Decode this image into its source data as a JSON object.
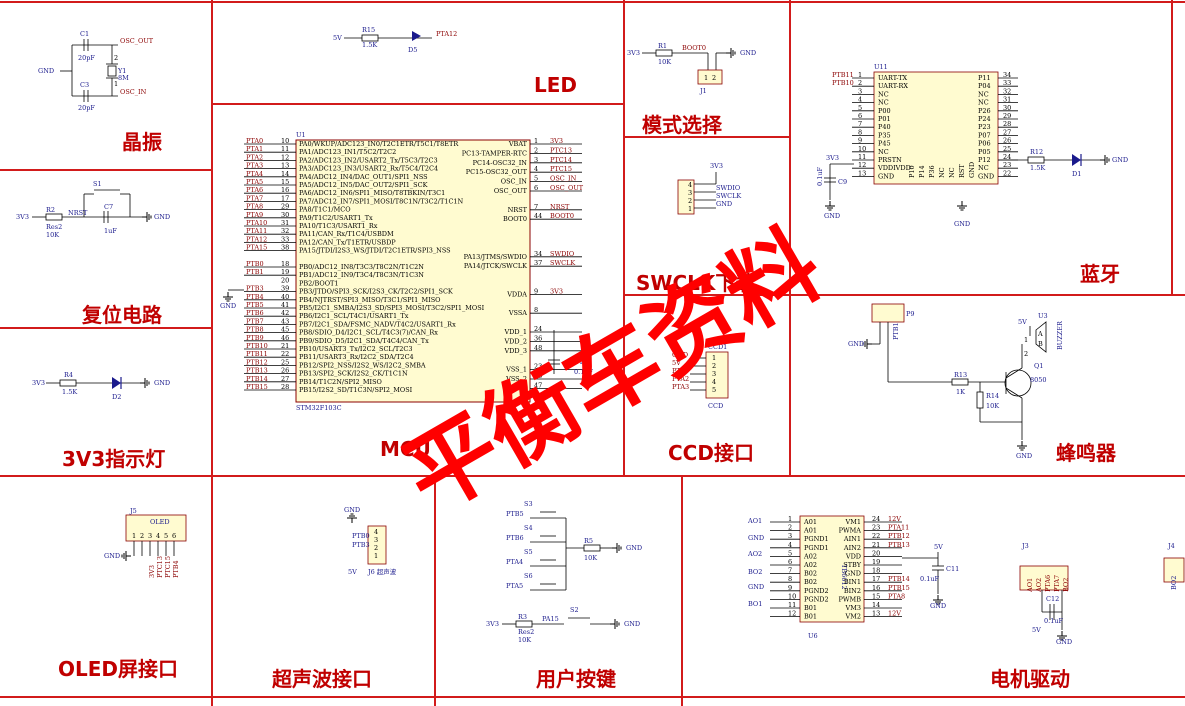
{
  "titles": {
    "crystal": "晶振",
    "reset": "复位电路",
    "led3v3": "3V3指示灯",
    "led": "LED",
    "mcu": "MCU",
    "mode": "模式选择",
    "swd": "SWCLK下载",
    "ccd": "CCD接口",
    "bt": "蓝牙",
    "buzzer": "蜂鸣器",
    "oled": "OLED屏接口",
    "ultra": "超声波接口",
    "keys": "用户按键",
    "motor": "电机驱动"
  },
  "watermark": "平衡车资料",
  "crystal": {
    "c1": "C1",
    "c1v": "20pF",
    "c3": "C3",
    "c3v": "20pF",
    "y1": "Y1",
    "y1v": "8M",
    "osc_out": "OSC_OUT",
    "osc_in": "OSC_IN",
    "gnd": "GND",
    "p1": "1",
    "p2": "2"
  },
  "reset": {
    "s1": "S1",
    "c7": "C7",
    "c7v": "1uF",
    "r2": "R2",
    "r2n": "Res2",
    "r2v": "10K",
    "nrst": "NRST",
    "v": "3V3",
    "gnd": "GND"
  },
  "led3v3": {
    "v": "3V3",
    "r4": "R4",
    "r4v": "1.5K",
    "d2": "D2",
    "gnd": "GND"
  },
  "led": {
    "v": "5V",
    "r15": "R15",
    "r15v": "1.5K",
    "d5": "D5",
    "net": "PTA12"
  },
  "mcu": {
    "u1": "U1",
    "part": "STM32F103C",
    "gnd": "GND",
    "left_nets": [
      "PTA0",
      "PTA1",
      "PTA2",
      "PTA3",
      "PTA4",
      "PTA5",
      "PTA6",
      "PTA7",
      "PTA8",
      "PTA9",
      "PTA10",
      "PTA11",
      "PTA12",
      "PTA15",
      "",
      "PTB0",
      "PTB1",
      "",
      "PTB3",
      "PTB4",
      "PTB5",
      "PTB6",
      "PTB7",
      "PTB8",
      "PTB9",
      "PTB10",
      "PTB11",
      "PTB12",
      "PTB13",
      "PTB14",
      "PTB15"
    ],
    "left_pins": [
      "10",
      "11",
      "12",
      "13",
      "14",
      "15",
      "16",
      "17",
      "29",
      "30",
      "31",
      "32",
      "33",
      "38",
      "",
      "18",
      "19",
      "20",
      "39",
      "40",
      "41",
      "42",
      "43",
      "45",
      "46",
      "21",
      "22",
      "25",
      "26",
      "27",
      "28"
    ],
    "left_funcs": [
      "PA0/WKUP/ADC123_IN0/T2C1ETR/T5C1/T8ETR",
      "PA1/ADC123_IN1/T5C2/T2C2",
      "PA2/ADC123_IN2/USART2_Tx/T5C3/T2C3",
      "PA3/ADC123_IN3/USART2_Rx/T5C4/T2C4",
      "PA4/ADC12_IN4/DAC_OUT1/SPI1_NSS",
      "PA5/ADC12_IN5/DAC_OUT2/SPI1_SCK",
      "PA6/ADC12_IN6/SPI1_MISO/T8TBKIN/T3C1",
      "PA7/ADC12_IN7/SPI1_MOSI/T8C1N/T3C2/T1C1N",
      "PA8/T1C1/MCO",
      "PA9/T1C2/USART1_Tx",
      "PA10/T1C3/USART1_Rx",
      "PA11/CAN_Rx/T1C4/USBDM",
      "PA12/CAN_Tx/T1ETR/USBDP",
      "PA15/JTDI/I2S3_WS/JTDI/T2C1ETR/SPI3_NSS",
      "",
      "PB0/ADC12_IN8/T3C3/T8C2N/T1C2N",
      "PB1/ADC12_IN9/T3C4/T8C3N/T1C3N",
      "PB2/BOOT1",
      "PB3/JTDO/SPI3_SCK/I2S3_CK/T2C2/SPI1_SCK",
      "PB4/NJTRST/SPI3_MISO/T3C1/SPI1_MISO",
      "PB5/I2C1_SMBA/I2S3_SD/SPI3_MOSI/T3C2/SPI1_MOSI",
      "PB6/I2C1_SCL/T4C1/USART1_Tx",
      "PB7/I2C1_SDA/FSMC_NADV/T4C2/USART1_Rx",
      "PB8/SDIO_D4/I2C1_SCL/T4C3(7)/CAN_Rx",
      "PB9/SDIO_D5/I2C1_SDA/T4C4/CAN_Tx",
      "PB10/USART3_Tx/I2C2_SCL/T2C3",
      "PB11/USART3_Rx/I2C2_SDA/T2C4",
      "PB12/SPI2_NSS/I2S2_WS/I2C2_SMBA",
      "PB13/SPI2_SCK/I2S2_CK/T1C1N",
      "PB14/T1C2N/SPI2_MISO",
      "PB15/I2S2_SD/T1C3N/SPI2_MOSI"
    ],
    "right_funcs": [
      "VBAT",
      "PC13-TAMPER-RTC",
      "PC14-OSC32_IN",
      "PC15-OSC32_OUT",
      "OSC_IN",
      "OSC_OUT",
      "",
      "NRST",
      "BOOT0",
      "",
      "",
      "",
      "PA13/JTMS/SWDIO",
      "PA14/JTCK/SWCLK",
      "",
      "",
      "VDDA",
      "",
      "VSSA",
      "",
      "VDD_1",
      "VDD_2",
      "VDD_3",
      "",
      "VSS_1",
      "VSS_2",
      "VSS_3"
    ],
    "right_pins": [
      "1",
      "2",
      "3",
      "4",
      "5",
      "6",
      "",
      "7",
      "44",
      "",
      "",
      "",
      "34",
      "37",
      "",
      "",
      "9",
      "",
      "8",
      "",
      "24",
      "36",
      "48",
      "",
      "23",
      "35",
      "47"
    ],
    "right_nets": [
      "3V3",
      "PTC13",
      "PTC14",
      "PTC15",
      "OSC_IN",
      "OSC_OUT",
      "",
      "NRST",
      "BOOT0",
      "",
      "",
      "",
      "SWDIO",
      "SWCLK",
      "",
      "",
      "3V3",
      "",
      "",
      "",
      "",
      "",
      "",
      "",
      "",
      "",
      ""
    ],
    "c10": "C10",
    "c10v": "0.1uF"
  },
  "mode": {
    "v": "3V3",
    "r1": "R1",
    "r1v": "10K",
    "boot0": "BOOT0",
    "j1": "J1",
    "gnd": "GND",
    "p1": "1",
    "p2": "2"
  },
  "swd": {
    "v": "3V3",
    "pins": [
      "4",
      "3",
      "2",
      "1"
    ],
    "sigs": [
      "SWDIO",
      "SWCLK",
      "GND"
    ]
  },
  "ccd": {
    "ref": "CCD1",
    "name": "CCD",
    "nets": [
      "GND",
      "5V",
      "PTA7",
      "PTA2",
      "PTA3"
    ],
    "pins": [
      "1",
      "2",
      "3",
      "4",
      "5"
    ]
  },
  "bt": {
    "u11": "U11",
    "nets_l": [
      "PTB11",
      "PTB10"
    ],
    "pins_l": [
      "1",
      "2",
      "3",
      "4",
      "5",
      "6",
      "7",
      "8",
      "9",
      "10",
      "11",
      "12",
      "13"
    ],
    "funcs_l": [
      "UART-TX",
      "UART-RX",
      "NC",
      "NC",
      "P00",
      "P01",
      "P40",
      "P35",
      "P45",
      "NC",
      "PRSTN",
      "VDDIVDD",
      "GND"
    ],
    "pins_r": [
      "34",
      "33",
      "32",
      "31",
      "30",
      "29",
      "28",
      "27",
      "26",
      "25",
      "24",
      "23",
      "22"
    ],
    "funcs_r": [
      "P11",
      "P04",
      "NC",
      "NC",
      "P26",
      "P24",
      "P23",
      "P07",
      "P06",
      "P05",
      "P12",
      "NC",
      "GND"
    ],
    "bottom": [
      "P10",
      "P14",
      "P36",
      "NC",
      "NC",
      "RST",
      "GND"
    ],
    "v": "3V3",
    "c": "C9",
    "cv": "0.1uF",
    "gnd": "GND",
    "r12": "R12",
    "r12v": "1.5K",
    "d1": "D1"
  },
  "buzzer": {
    "p9": "P9",
    "net": "PTB1",
    "v": "5V",
    "u3": "U3",
    "bz": "BUZZER",
    "q1": "Q1",
    "q1v": "8050",
    "r13": "R13",
    "r13v": "1K",
    "r14": "R14",
    "r14v": "10K",
    "gnd": "GND",
    "pin_a": "A",
    "pin_b": "B",
    "pin_1": "1",
    "pin_2": "2"
  },
  "oled": {
    "j5": "J5",
    "name": "OLED",
    "nets": [
      "3V3",
      "PTC13",
      "PTC15",
      "PTB4"
    ],
    "pins": [
      "1",
      "2",
      "3",
      "4",
      "5",
      "6"
    ],
    "gnd": "GND"
  },
  "ultra": {
    "gnd": "GND",
    "nets": [
      "PTB0",
      "PTB3"
    ],
    "v": "5V",
    "j6": "J6 超声波",
    "pins": [
      "4",
      "3",
      "2",
      "1"
    ]
  },
  "keys": {
    "s3": "S3",
    "s4": "S4",
    "s5": "S5",
    "s6": "S6",
    "s2": "S2",
    "nets": [
      "PTB5",
      "PTB6",
      "PTA4",
      "PTA5"
    ],
    "r5": "R5",
    "r5v": "10K",
    "r3": "R3",
    "r3n": "Res2",
    "r3v": "10K",
    "v": "3V3",
    "pa15": "PA15",
    "gnd": "GND"
  },
  "motor": {
    "u6": "U6",
    "part": "TB6612",
    "ao1": "AO1",
    "ao2": "AO2",
    "bo1": "BO1",
    "bo2": "BO2",
    "gnd": "GND",
    "pins_l": [
      "1",
      "2",
      "3",
      "4",
      "5",
      "6",
      "7",
      "8",
      "9",
      "10",
      "11",
      "12"
    ],
    "funcs_l": [
      "A01",
      "A01",
      "PGND1",
      "PGND1",
      "A02",
      "A02",
      "B02",
      "B02",
      "PGND2",
      "PGND2",
      "B01",
      "B01"
    ],
    "pins_r": [
      "24",
      "23",
      "22",
      "21",
      "20",
      "19",
      "18",
      "17",
      "16",
      "15",
      "14",
      "13"
    ],
    "funcs_r": [
      "VM1",
      "PWMA",
      "AIN1",
      "AIN2",
      "VDD",
      "STBY",
      "GND",
      "BIN1",
      "BIN2",
      "PWMB",
      "VM3",
      "VM2"
    ],
    "nets_r": [
      "12V",
      "PTA11",
      "PTB12",
      "PTB13",
      "5V",
      "",
      "",
      "PTB14",
      "PTB15",
      "PTA8",
      "",
      "12V"
    ],
    "c11": "C11",
    "c11v": "0.1uF",
    "j3": "J3",
    "j3nets": [
      "AO1",
      "AO2",
      "PTA6",
      "PTA7",
      "BO2"
    ],
    "c12": "C12",
    "c12v": "0.1uF",
    "v5": "5V",
    "j4": "J4"
  }
}
